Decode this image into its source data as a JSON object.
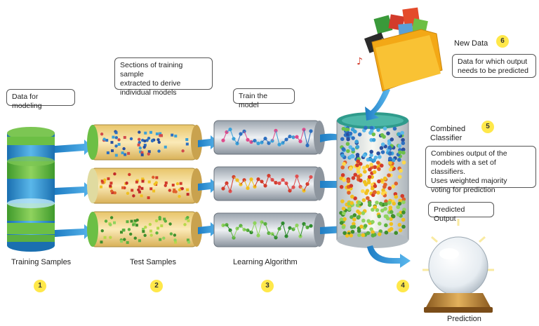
{
  "callouts": {
    "data_for_modeling": "Data for modeling",
    "sections_line1": "Sections of training sample",
    "sections_line2": "extracted to derive",
    "sections_line3": "individual models",
    "train_model": "Train the model",
    "new_data_desc_line1": "Data for which output",
    "new_data_desc_line2": "needs to be predicted",
    "combines_line1": "Combines output of the",
    "combines_line2": "models with a set of classifiers.",
    "combines_line3": "Uses weighted majority",
    "combines_line4": "voting for prediction",
    "predicted_output": "Predicted Output"
  },
  "titles": {
    "new_data": "New Data",
    "combined_line1": "Combined",
    "combined_line2": "Classifier"
  },
  "stages": {
    "training_samples": "Training Samples",
    "test_samples": "Test Samples",
    "learning_algorithm": "Learning Algorithm",
    "prediction": "Prediction"
  },
  "badges": {
    "b1": "1",
    "b2": "2",
    "b3": "3",
    "b4": "4",
    "b5": "5",
    "b6": "6"
  },
  "colors": {
    "badge": "#ffe84a",
    "arrow": "#2a8fd6",
    "cylinder_green": "#6cc04a",
    "cylinder_blue": "#2d8fd0",
    "tube_fill": "#f5d98c",
    "folder": "#f7b41c",
    "combined_top": "#3aa79a"
  }
}
